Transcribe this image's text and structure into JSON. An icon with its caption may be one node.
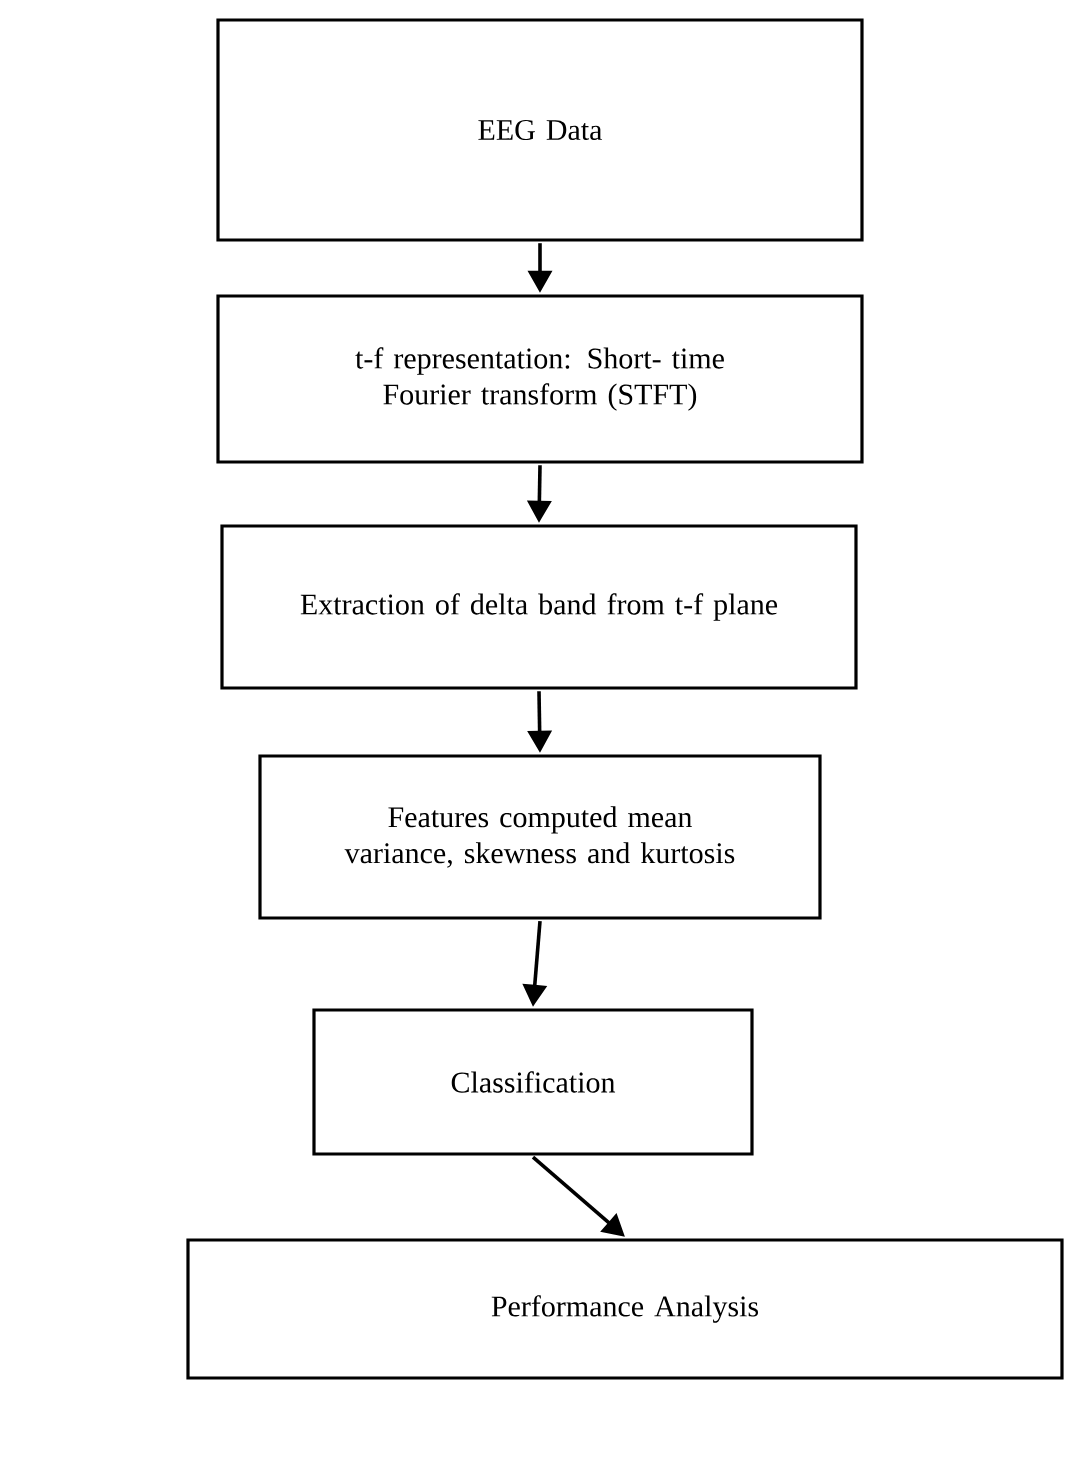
{
  "diagram": {
    "nodes": [
      {
        "text": [
          "EEG Data"
        ]
      },
      {
        "text": [
          "t-f representation: Short- time Fourier transform (STFT)"
        ]
      },
      {
        "text": [
          "Extraction of delta band from t-f plane"
        ]
      },
      {
        "text": [
          "Features computed  mean variance, skewness and kurtosis"
        ]
      },
      {
        "text": [
          "Classification"
        ]
      },
      {
        "text": [
          "Performance Analysis"
        ]
      }
    ],
    "edges": [
      {
        "from": 0,
        "to": 1,
        "arrow": "to"
      },
      {
        "from": 1,
        "to": 2,
        "arrow": "to"
      },
      {
        "from": 2,
        "to": 3,
        "arrow": "to"
      },
      {
        "from": 3,
        "to": 4,
        "arrow": "to"
      },
      {
        "from": 4,
        "to": 5,
        "arrow": "to"
      }
    ]
  }
}
